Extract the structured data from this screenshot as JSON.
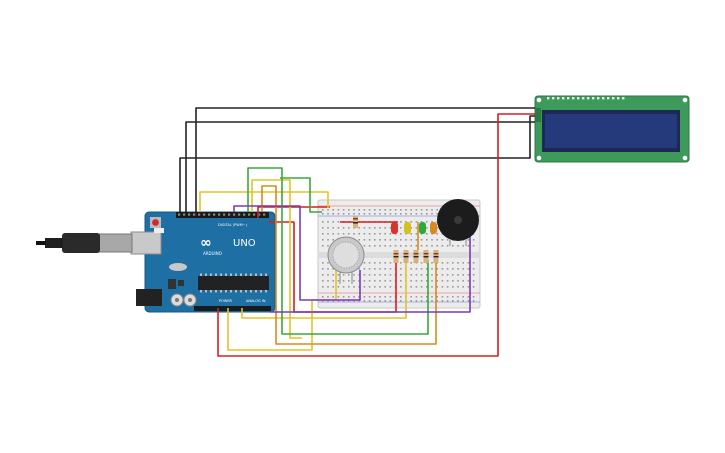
{
  "arduino": {
    "brand_logo_text": "∞",
    "model_label": "UNO",
    "maker_label": "ARDUINO",
    "digital_header_label": "DIGITAL (PWM~)",
    "power_label": "POWER",
    "analog_label": "ANALOG IN",
    "board_color": "#1e6fa3"
  },
  "lcd": {
    "pcb_color": "#3d9a5a",
    "screen_color": "#243a7a"
  },
  "colors": {
    "wire_black": "#222222",
    "wire_red": "#d32020",
    "wire_yellow": "#e3c32a",
    "wire_green": "#3aa83a",
    "wire_orange": "#d98a20",
    "wire_purple": "#7a3ab8",
    "led_red": "#d9342b",
    "led_yellow": "#d4c21a",
    "led_green": "#2faa3a"
  },
  "icons": {
    "usb": "usb-cable-icon",
    "gas_sensor": "gas-sensor-icon",
    "buzzer": "piezo-buzzer-icon"
  }
}
